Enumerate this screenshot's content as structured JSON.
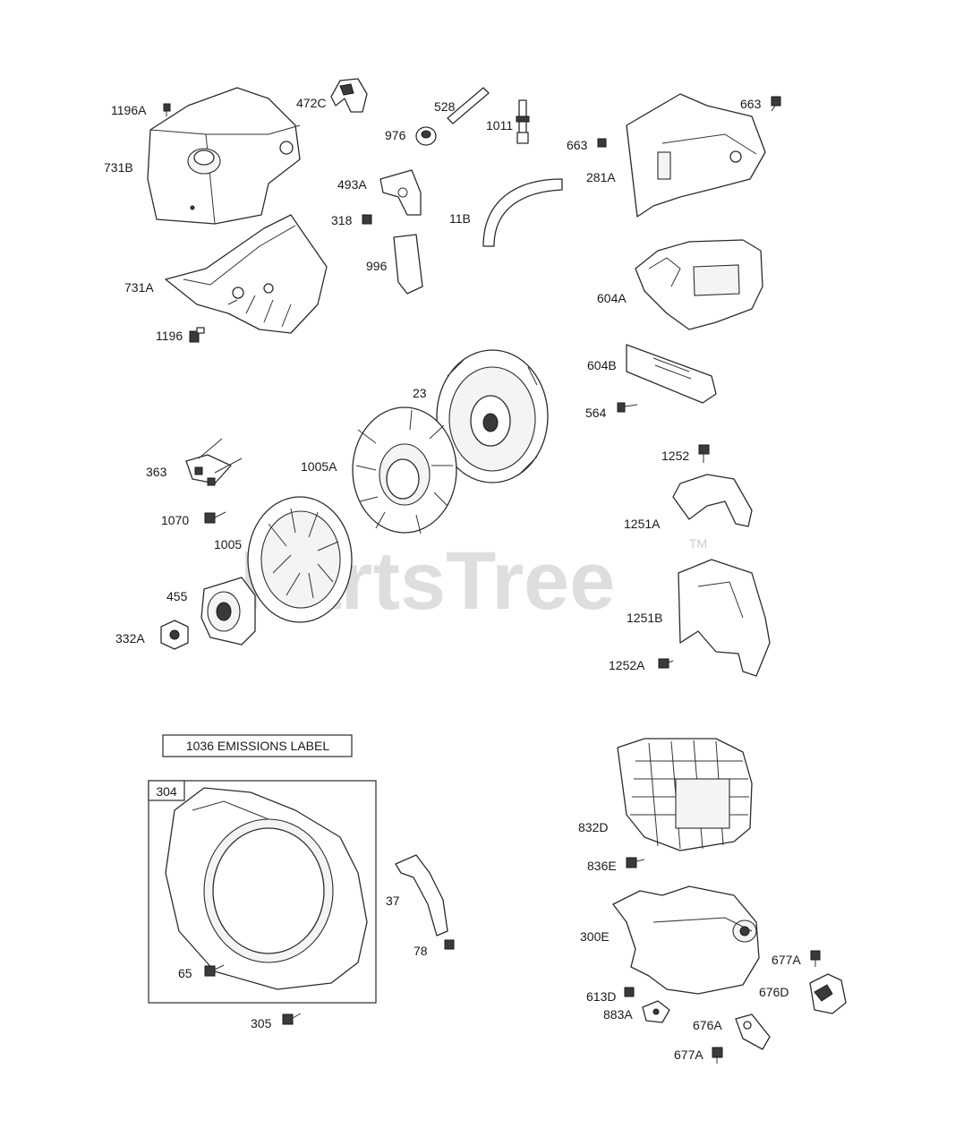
{
  "watermark": {
    "text": "PartsTree",
    "trademark": "TM"
  },
  "emissions_label": "1036 EMISSIONS LABEL",
  "group_box_label": "304",
  "callouts": {
    "p1196A": "1196A",
    "p731B": "731B",
    "p472C": "472C",
    "p528": "528",
    "p976": "976",
    "p1011": "1011",
    "p663a": "663",
    "p663b": "663",
    "p281A": "281A",
    "p493A": "493A",
    "p318": "318",
    "p11B": "11B",
    "p996": "996",
    "p731A": "731A",
    "p1196": "1196",
    "p604A": "604A",
    "p604B": "604B",
    "p564": "564",
    "p23": "23",
    "p363": "363",
    "p1005A": "1005A",
    "p1252": "1252",
    "p1251A": "1251A",
    "p1070": "1070",
    "p1005": "1005",
    "p455": "455",
    "p332A": "332A",
    "p1251B": "1251B",
    "p1252A": "1252A",
    "p832D": "832D",
    "p836E": "836E",
    "p37": "37",
    "p300E": "300E",
    "p78": "78",
    "p65": "65",
    "p677A_a": "677A",
    "p676D": "676D",
    "p613D": "613D",
    "p883A": "883A",
    "p676A": "676A",
    "p305": "305",
    "p677A_b": "677A"
  }
}
